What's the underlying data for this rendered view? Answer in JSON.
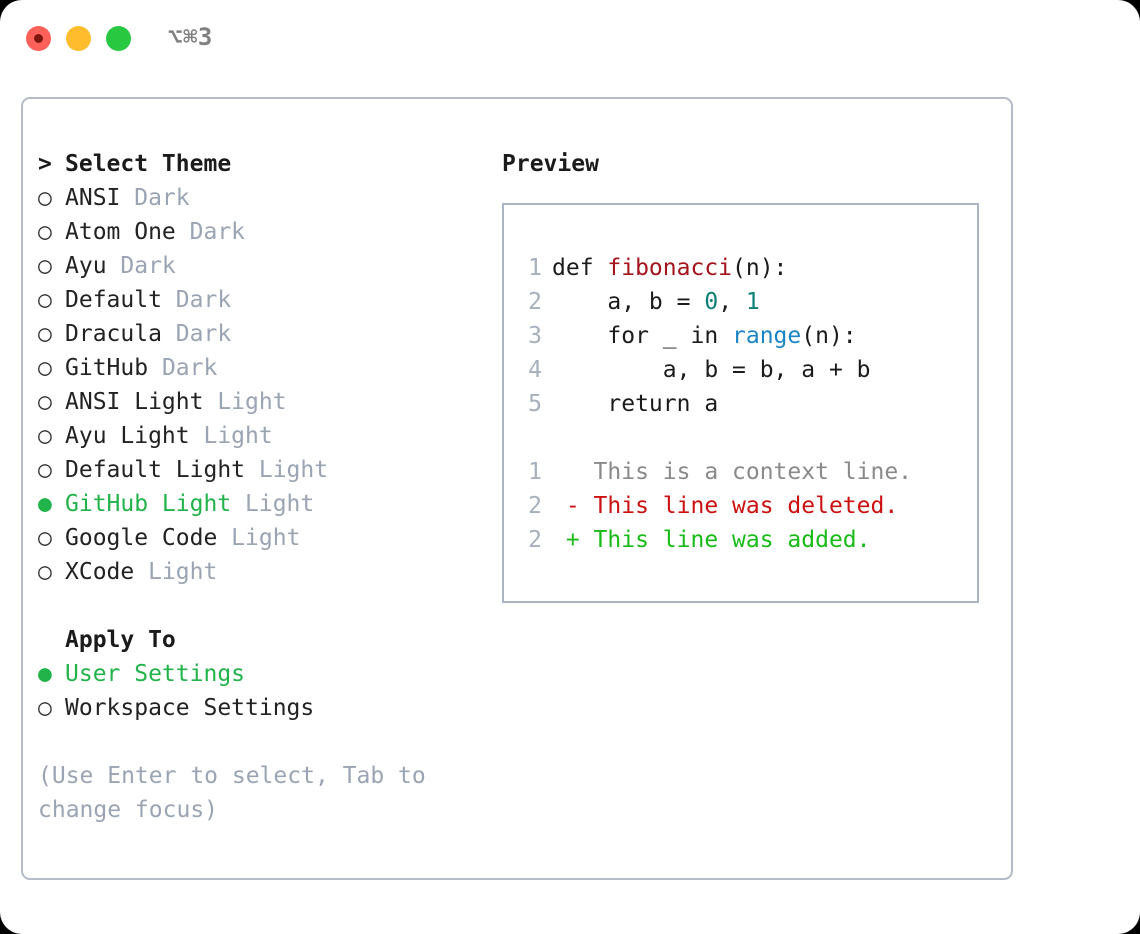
{
  "window": {
    "shortcut_label": "⌥⌘3",
    "traffic_lights": [
      {
        "name": "close",
        "color": "#ff6059"
      },
      {
        "name": "minimize",
        "color": "#ffbd2e"
      },
      {
        "name": "zoom",
        "color": "#28c840"
      }
    ]
  },
  "theme_list": {
    "header": "Select Theme",
    "caret": ">",
    "marker_selected": "●",
    "marker_unselected": "○",
    "items": [
      {
        "label": "ANSI",
        "badge": "Dark",
        "selected": false
      },
      {
        "label": "Atom One",
        "badge": "Dark",
        "selected": false
      },
      {
        "label": "Ayu",
        "badge": "Dark",
        "selected": false
      },
      {
        "label": "Default",
        "badge": "Dark",
        "selected": false
      },
      {
        "label": "Dracula",
        "badge": "Dark",
        "selected": false
      },
      {
        "label": "GitHub",
        "badge": "Dark",
        "selected": false
      },
      {
        "label": "ANSI Light",
        "badge": "Light",
        "selected": false
      },
      {
        "label": "Ayu Light",
        "badge": "Light",
        "selected": false
      },
      {
        "label": "Default Light",
        "badge": "Light",
        "selected": false
      },
      {
        "label": "GitHub Light",
        "badge": "Light",
        "selected": true
      },
      {
        "label": "Google Code",
        "badge": "Light",
        "selected": false
      },
      {
        "label": "XCode",
        "badge": "Light",
        "selected": false
      }
    ]
  },
  "apply_to": {
    "header": "Apply To",
    "items": [
      {
        "label": "User Settings",
        "selected": true
      },
      {
        "label": "Workspace Settings",
        "selected": false
      }
    ]
  },
  "hint": "(Use Enter to select, Tab to change focus)",
  "preview": {
    "header": "Preview",
    "code_lines": [
      {
        "num": "1",
        "tokens": [
          {
            "text": "def ",
            "kind": "plain"
          },
          {
            "text": "fibonacci",
            "kind": "func"
          },
          {
            "text": "(n):",
            "kind": "plain"
          }
        ]
      },
      {
        "num": "2",
        "tokens": [
          {
            "text": "    a, b = ",
            "kind": "plain"
          },
          {
            "text": "0",
            "kind": "num"
          },
          {
            "text": ", ",
            "kind": "plain"
          },
          {
            "text": "1",
            "kind": "num"
          }
        ]
      },
      {
        "num": "3",
        "tokens": [
          {
            "text": "    for _ in ",
            "kind": "plain"
          },
          {
            "text": "range",
            "kind": "call"
          },
          {
            "text": "(n):",
            "kind": "plain"
          }
        ]
      },
      {
        "num": "4",
        "tokens": [
          {
            "text": "        a, b = b, a + b",
            "kind": "plain"
          }
        ]
      },
      {
        "num": "5",
        "tokens": [
          {
            "text": "    return a",
            "kind": "plain"
          }
        ]
      }
    ],
    "diff_lines": [
      {
        "num": "1",
        "sign": " ",
        "text": "This is a context line.",
        "kind": "ctx"
      },
      {
        "num": "2",
        "sign": "-",
        "text": "This line was deleted.",
        "kind": "del"
      },
      {
        "num": "2",
        "sign": "+",
        "text": "This line was added.",
        "kind": "add"
      }
    ]
  },
  "colors": {
    "accent_green": "#22b34a",
    "badge_gray": "#9aa4b2",
    "hint_gray": "#9aa4b2",
    "panel_border": "#b4bcc8",
    "preview_border": "#aab4c2",
    "code_func": "#a4141c",
    "code_num": "#0d7f78",
    "code_call": "#1a85c4",
    "diff_add": "#18bb18",
    "diff_del": "#cc1111",
    "diff_ctx": "#8a8a8a"
  }
}
